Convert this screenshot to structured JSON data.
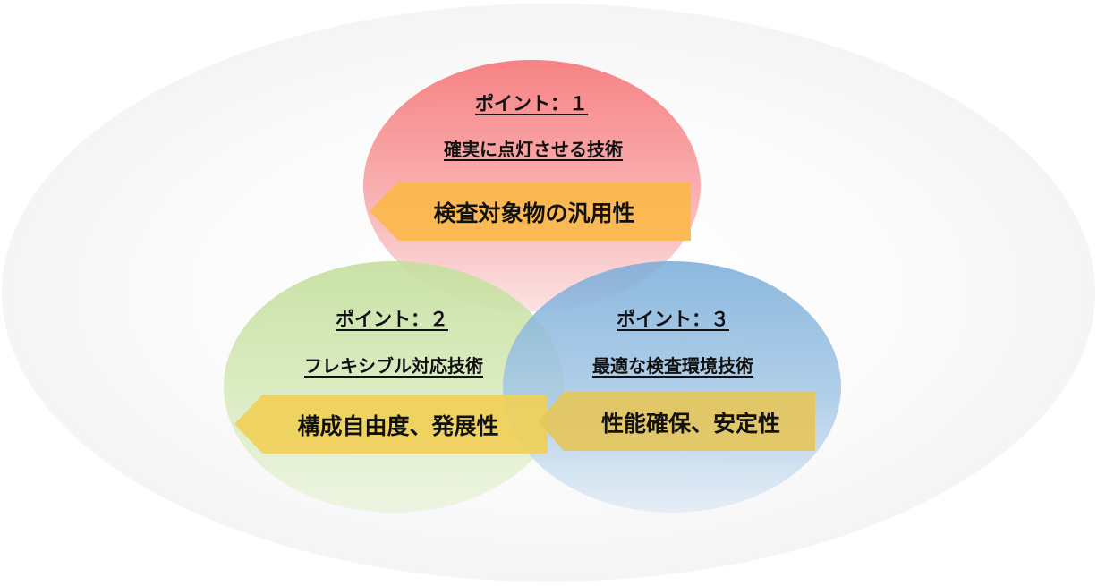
{
  "points": [
    {
      "label": "ポイント：１",
      "title": "確実に点灯させる技術",
      "feature": "検査対象物の汎用性",
      "color": "#f67c7e"
    },
    {
      "label": "ポイント：２",
      "title": "フレキシブル対応技術",
      "feature": "構成自由度、発展性",
      "color": "#c4df9e"
    },
    {
      "label": "ポイント：３",
      "title": "最適な検査環境技術",
      "feature": "性能確保、安定性",
      "color": "#78acd9"
    }
  ],
  "arrow_color": "#fbb84a"
}
